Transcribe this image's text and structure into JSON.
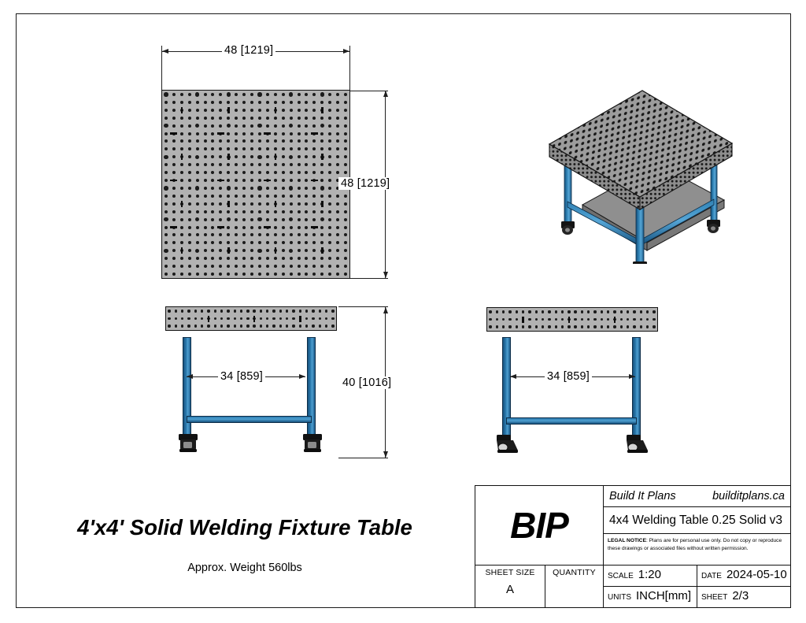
{
  "sheet": {
    "units_system": "INCH[mm]",
    "background": "#ffffff",
    "border_color": "#1a1a1a"
  },
  "title": {
    "main": "4'x4' Solid Welding Fixture Table",
    "sub": "Approx. Weight 560lbs"
  },
  "title_block": {
    "logo": "BIP",
    "company": "Build It Plans",
    "website": "builditplans.ca",
    "part_name": "4x4 Welding Table 0.25 Solid v3",
    "legal_label": "LEGAL NOTICE",
    "legal_text": ": Plans are for personal use only. Do not copy or reproduce these drawings or associated files without written permission.",
    "fields": [
      {
        "key": "SHEET SIZE",
        "value": "A"
      },
      {
        "key": "QUANTITY",
        "value": ""
      },
      {
        "key": "SCALE",
        "value": "1:20"
      },
      {
        "key": "DATE",
        "value": "2024-05-10"
      },
      {
        "key": "UNITS",
        "value": "INCH[mm]"
      },
      {
        "key": "SHEET",
        "value": "2/3"
      }
    ]
  },
  "dimensions": {
    "top_view_width": "48 [1219]",
    "top_view_depth": "48 [1219]",
    "front_leg_spacing": "34 [859]",
    "side_leg_spacing": "34 [859]",
    "overall_height": "40 [1016]"
  },
  "views": [
    {
      "name": "top-view",
      "label": "top plan view of 48x48 perforated table top"
    },
    {
      "name": "iso-view",
      "label": "isometric view of welding fixture table"
    },
    {
      "name": "front-view",
      "label": "front elevation with casters"
    },
    {
      "name": "side-view",
      "label": "side elevation with casters"
    }
  ],
  "colors": {
    "frame_blue": "#2a79ad",
    "plate_gray": "#b2b2b2",
    "hole_dark": "#1b1b1b",
    "line_black": "#1f1f1f"
  },
  "chart_data": {
    "type": "table",
    "title": "4'x4' Solid Welding Fixture Table",
    "categories": [
      "Width",
      "Depth",
      "Height",
      "Leg Spacing",
      "Weight"
    ],
    "values": [
      "48 in [1219 mm]",
      "48 in [1219 mm]",
      "40 in [1016 mm]",
      "34 in [859 mm]",
      "560 lbs"
    ]
  }
}
